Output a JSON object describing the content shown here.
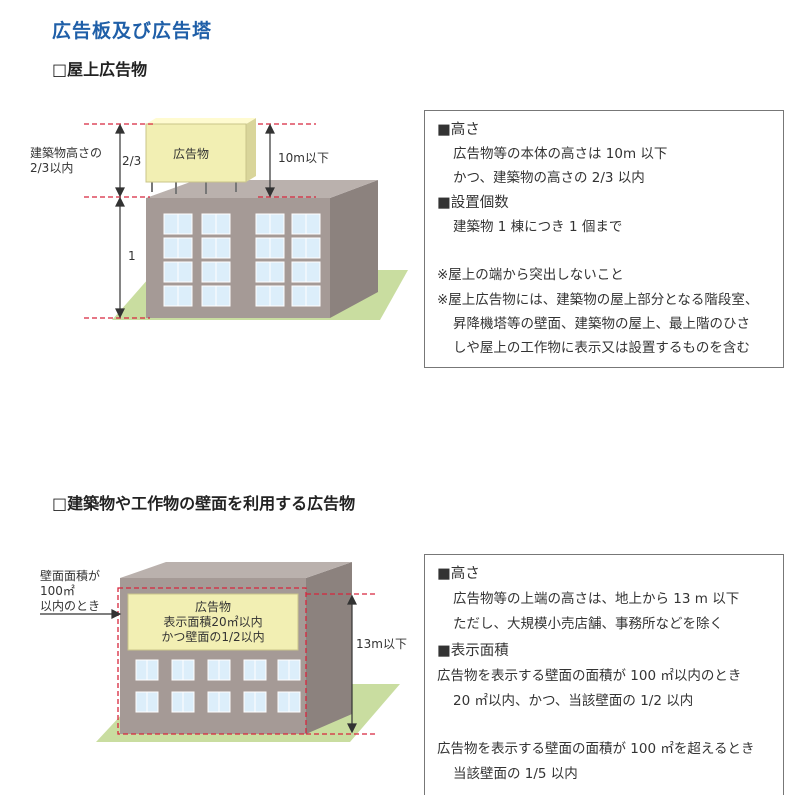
{
  "title": "広告板及び広告塔",
  "section1": {
    "heading": "□屋上広告物",
    "diagram": {
      "sign_text": "広告物",
      "ratio_label_line1": "建築物高さの",
      "ratio_label_line2": "2/3以内",
      "fraction_label": "2/3",
      "one_label": "1",
      "height_label": "10m以下"
    },
    "info": {
      "height_head": "■高さ",
      "height_line1": "広告物等の本体の高さは 10m 以下",
      "height_line2": "かつ、建築物の高さの 2/3 以内",
      "count_head": "■設置個数",
      "count_line1": "建築物 1 棟につき 1 個まで",
      "note1": "※屋上の端から突出しないこと",
      "note2_line1": "※屋上広告物には、建築物の屋上部分となる階段室、",
      "note2_line2": "昇降機塔等の壁面、建築物の屋上、最上階のひさ",
      "note2_line3": "しや屋上の工作物に表示又は設置するものを含む"
    }
  },
  "section2": {
    "heading": "□建築物や工作物の壁面を利用する広告物",
    "diagram": {
      "wall_label_line1": "壁面面積が",
      "wall_label_line2": "100㎡",
      "wall_label_line3": "以内のとき",
      "sign_line1": "広告物",
      "sign_line2": "表示面積20㎡以内",
      "sign_line3": "かつ壁面の1/2以内",
      "height_label": "13m以下"
    },
    "info": {
      "height_head": "■高さ",
      "height_line1": "広告物等の上端の高さは、地上から 13 m 以下",
      "height_line2": "ただし、大規模小売店舗、事務所などを除く",
      "area_head": "■表示面積",
      "area_line1": "広告物を表示する壁面の面積が 100 ㎡以内のとき",
      "area_line2": "20 ㎡以内、かつ、当該壁面の 1/2 以内",
      "area_line3": "広告物を表示する壁面の面積が 100 ㎡を超えるとき",
      "area_line4": "当該壁面の 1/5 以内"
    }
  },
  "colors": {
    "title": "#1f5fa8",
    "building_front": "#a59a96",
    "building_side": "#8c827e",
    "building_top": "#bab1ad",
    "ground": "#c9dda0",
    "sign": "#f2efb3",
    "window": "#dceefa",
    "dashed": "#d7263d"
  }
}
